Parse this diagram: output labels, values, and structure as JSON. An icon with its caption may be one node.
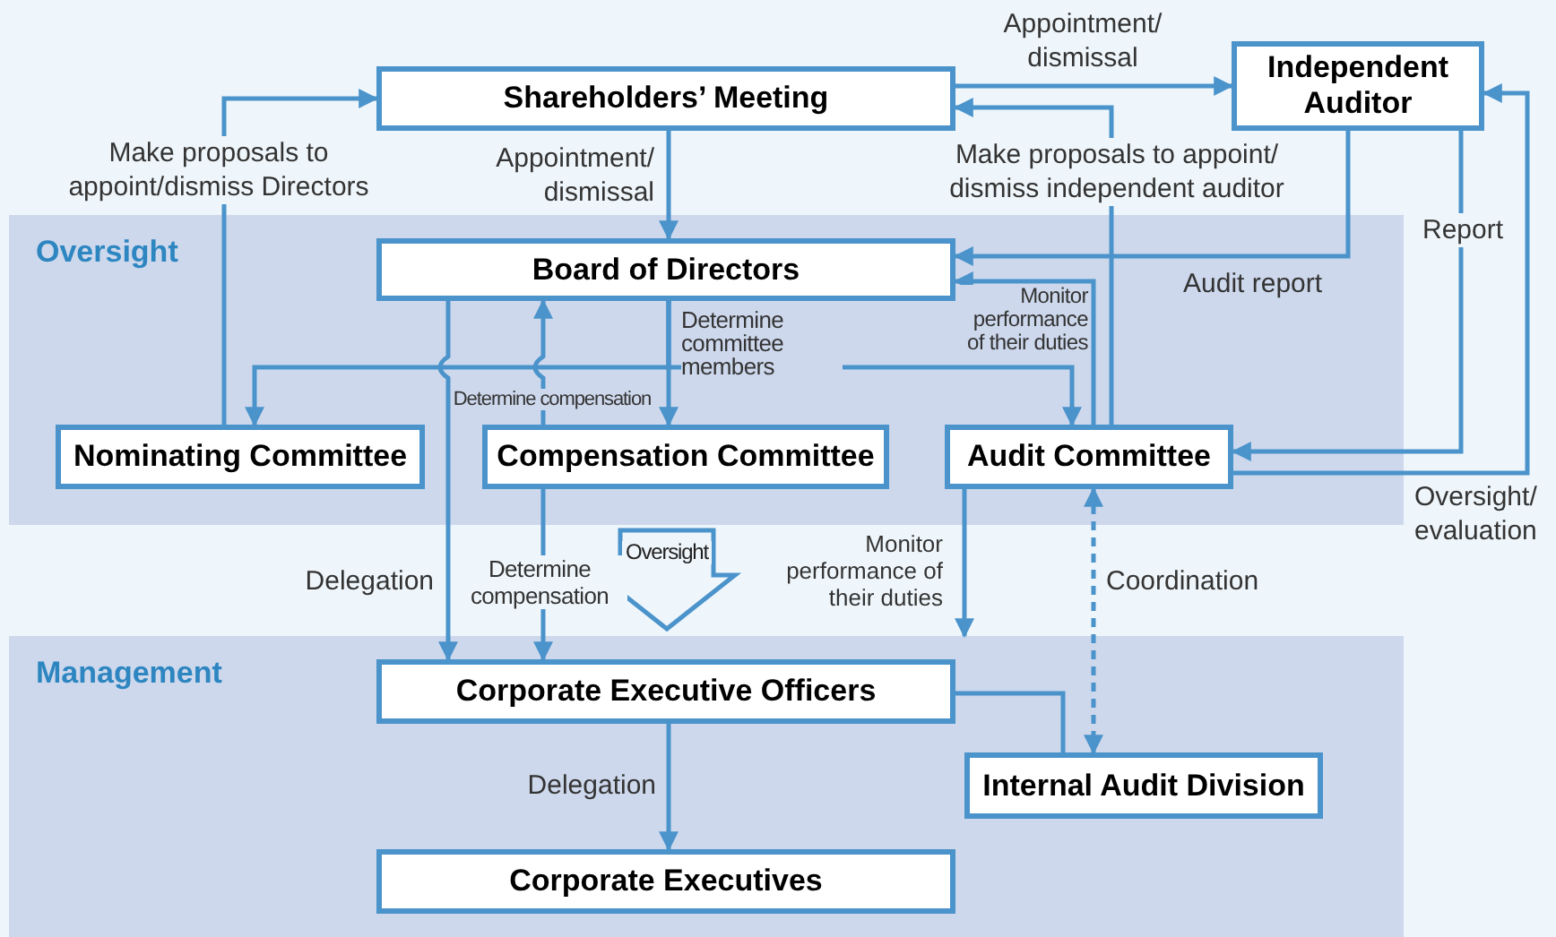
{
  "diagram": {
    "nodes": [
      {
        "text": [
          "Oversight"
        ]
      },
      {
        "text": [
          "Management"
        ]
      },
      {
        "text": [
          "Shareholders’ Meeting"
        ]
      },
      {
        "text": [
          "Independent Auditor"
        ]
      },
      {
        "text": [
          "Board of Directors"
        ],
        "in": 0
      },
      {
        "text": [
          "Nominating Committee"
        ],
        "in": 0
      },
      {
        "text": [
          "Compensation Committee"
        ],
        "in": 0
      },
      {
        "text": [
          "Audit Committee"
        ],
        "in": 0
      },
      {
        "text": [
          "Corporate Executive Officers"
        ],
        "in": 1
      },
      {
        "text": [
          "Internal Audit Division"
        ],
        "in": 1
      },
      {
        "text": [
          "Corporate Executives"
        ],
        "in": 1
      }
    ],
    "edges": [
      {
        "from": 5,
        "to": 2,
        "arrow": "to",
        "label": "Make proposals to appoint/dismiss Directors"
      },
      {
        "from": 2,
        "to": 4,
        "arrow": "to",
        "label": "Appointment/ dismissal"
      },
      {
        "from": 2,
        "to": 3,
        "arrow": "to",
        "label": "Appointment/ dismissal"
      },
      {
        "from": 7,
        "to": 2,
        "arrow": "to",
        "label": "Make proposals to appoint/ dismiss independent auditor"
      },
      {
        "from": 3,
        "to": 4,
        "arrow": "to",
        "label": "Audit report"
      },
      {
        "from": 3,
        "to": 7,
        "arrow": "to",
        "label": "Report"
      },
      {
        "from": 7,
        "to": 3,
        "arrow": "to",
        "label": "Oversight/ evaluation"
      },
      {
        "from": 7,
        "to": 4,
        "arrow": "to",
        "label": "Monitor performance of their duties"
      },
      {
        "from": 4,
        "to": 5,
        "arrow": "to"
      },
      {
        "from": 4,
        "to": 6,
        "arrow": "to",
        "label": "Determine committee members"
      },
      {
        "from": 4,
        "to": 7,
        "arrow": "to"
      },
      {
        "from": 6,
        "to": 4,
        "arrow": "to",
        "label": "Determine compensation"
      },
      {
        "from": 4,
        "to": 8,
        "arrow": "to",
        "label": "Delegation"
      },
      {
        "from": 6,
        "to": 8,
        "arrow": "to",
        "label": "Determine compensation"
      },
      {
        "from": 0,
        "to": 1,
        "arrow": "to",
        "style": "thick",
        "label": "Oversight"
      },
      {
        "from": 7,
        "to": 1,
        "arrow": "to",
        "label": "Monitor performance of their duties"
      },
      {
        "from": 7,
        "to": 9,
        "arrow": "both",
        "style": "dashed",
        "label": "Coordination"
      },
      {
        "from": 8,
        "to": 9,
        "arrow": "none"
      },
      {
        "from": 8,
        "to": 10,
        "arrow": "to",
        "label": "Delegation"
      }
    ]
  }
}
